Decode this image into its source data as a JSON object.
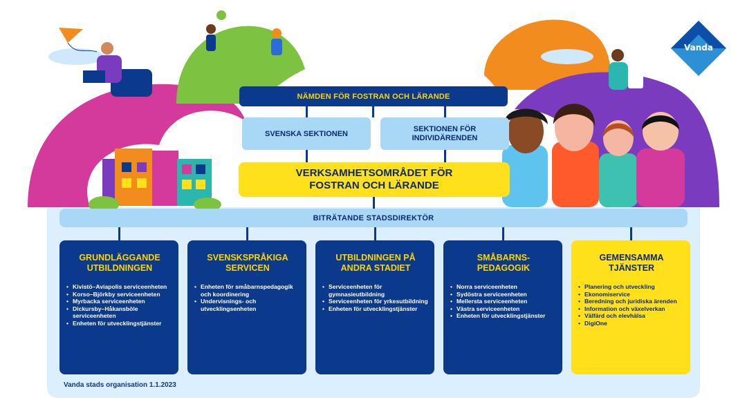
{
  "brand": {
    "logo_text": "Vanda"
  },
  "top": {
    "board": "NÄMDEN FÖR FOSTRAN OCH LÄRANDE",
    "sections": [
      "SVENSKA SEKTIONEN",
      "SEKTIONEN FÖR INDIVIDÄRENDEN"
    ],
    "area_line1": "VERKSAMHETSOMRÅDET FÖR",
    "area_line2": "FOSTRAN OCH LÄRANDE",
    "deputy": "BITRÄTANDE STADSDIREKTÖR"
  },
  "units": [
    {
      "head1": "GRUNDLÄGGANDE",
      "head2": "UTBILDNINGEN",
      "items": [
        "Kivistö–Aviapolis serviceenheten",
        "Korso–Björkby serviceenheten",
        "Myrbacka serviceenheten",
        "Dickursby–Håkansböle serviceenheten",
        "Enheten för utvecklingstjänster"
      ]
    },
    {
      "head1": "SVENSKSPRÅKIGA",
      "head2": "SERVICEN",
      "items": [
        "Enheten för småbarnspedagogik och koordinering",
        "Undervisnings- och utvecklingsenheten"
      ]
    },
    {
      "head1": "UTBILDNINGEN PÅ",
      "head2": "ANDRA STADIET",
      "items": [
        "Serviceenheten för gymnasieutbildning",
        "Serviceenheten för yrkesutbildning",
        "Enheten för utvecklingstjänster"
      ]
    },
    {
      "head1": "SMÅBARNS-",
      "head2": "PEDAGOGIK",
      "items": [
        "Norra serviceenheten",
        "Sydöstra serviceenheten",
        "Mellersta serviceenheten",
        "Västra serviceenheten",
        "Enheten för utvecklingstjänster"
      ]
    },
    {
      "head1": "GEMENSAMMA",
      "head2": "TJÄNSTER",
      "items": [
        "Planering och utveckling",
        "Ekonomiservice",
        "Beredning och juridiska ärenden",
        "Information och växelverkan",
        "Välfärd och elevhälsa",
        "DigiOne"
      ]
    }
  ],
  "footer": "Vanda stads organisation 1.1.2023",
  "colors": {
    "navy": "#0b3a8c",
    "yellow": "#ffe01b",
    "light_blue": "#a9d7f6",
    "pink": "#d43a9b",
    "green": "#7ec242",
    "orange": "#f28c1e",
    "purple": "#7b3bbf"
  }
}
